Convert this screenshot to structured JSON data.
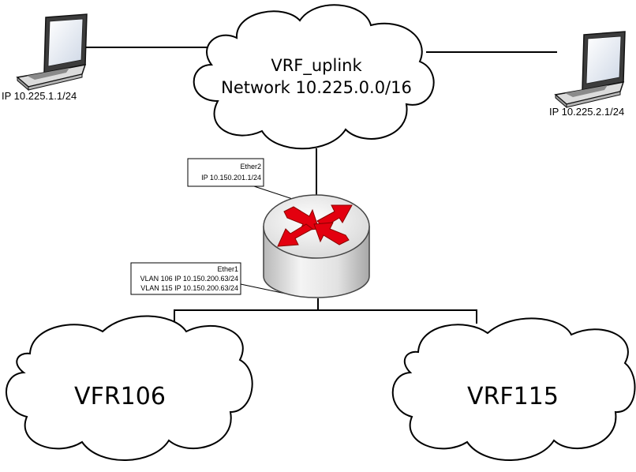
{
  "clouds": {
    "uplink": {
      "title": "VRF_uplink",
      "network": "Network 10.225.0.0/16"
    },
    "left": {
      "label": "VFR106"
    },
    "right": {
      "label": "VRF115"
    }
  },
  "laptops": {
    "left": {
      "ip": "IP 10.225.1.1/24"
    },
    "right": {
      "ip": "IP 10.225.2.1/24"
    }
  },
  "router": {
    "ether2": {
      "name": "Ether2",
      "ip": "IP 10.150.201.1/24"
    },
    "ether1": {
      "name": "Ether1",
      "vlan106": "VLAN 106 IP 10.150.200.63/24",
      "vlan115": "VLAN 115 IP 10.150.200.63/24"
    }
  },
  "colors": {
    "arrow": "#e3000f",
    "line": "#000000"
  }
}
